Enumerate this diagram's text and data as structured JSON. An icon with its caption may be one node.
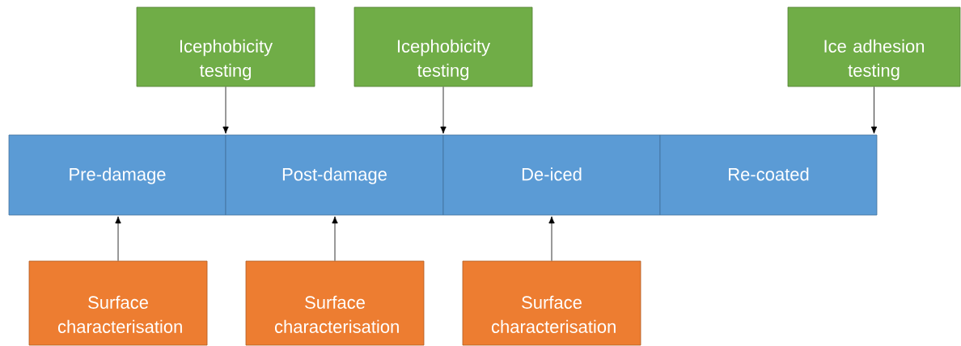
{
  "diagram": {
    "nodes": [
      {
        "text": [
          "Icephobicity testing"
        ]
      },
      {
        "text": [
          "Icephobicity testing"
        ]
      },
      {
        "text": [
          "Ice adhesion testing"
        ]
      },
      {
        "text": [
          "Pre-damage"
        ]
      },
      {
        "text": [
          "Post-damage"
        ]
      },
      {
        "text": [
          "De-iced"
        ]
      },
      {
        "text": [
          "Re-coated"
        ]
      },
      {
        "text": [
          "Surface characterisation"
        ]
      },
      {
        "text": [
          "Surface characterisation"
        ]
      },
      {
        "text": [
          "Surface characterisation"
        ]
      }
    ],
    "edges": [
      {
        "from": 0,
        "to": 3,
        "arrow": "to"
      },
      {
        "from": 1,
        "to": 4,
        "arrow": "to"
      },
      {
        "from": 2,
        "to": 6,
        "arrow": "to"
      },
      {
        "from": 7,
        "to": 3,
        "arrow": "to"
      },
      {
        "from": 8,
        "to": 4,
        "arrow": "to"
      },
      {
        "from": 9,
        "to": 5,
        "arrow": "to"
      }
    ]
  }
}
